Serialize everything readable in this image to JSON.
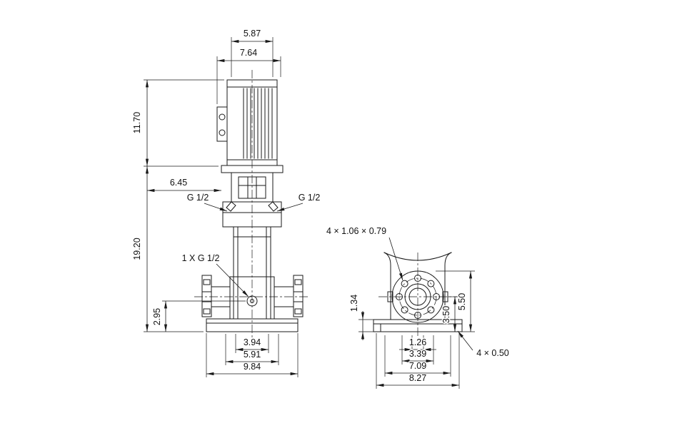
{
  "page": {
    "background": "#ffffff",
    "line_color": "#1a1a1a"
  },
  "front_view": {
    "dims": {
      "motor_top_width": "5.87",
      "motor_width": "7.64",
      "motor_height": "11.70",
      "head_offset": "6.45",
      "pump_height": "19.20",
      "drain_height": "2.95",
      "flange_width": "3.94",
      "head_width": "5.91",
      "base_width": "9.84"
    },
    "labels": {
      "plug_left": "G 1/2",
      "plug_right": "G 1/2",
      "drain_port": "1 X G 1/2"
    }
  },
  "end_view": {
    "dims": {
      "base_height": "1.34",
      "port_center_height": "3.50",
      "flange_top_height": "5.50",
      "bolt_span_inner": "1.26",
      "bolt_span": "3.39",
      "foot_hole_span": "7.09",
      "base_width": "8.27"
    },
    "labels": {
      "bolt_holes": "4 × 1.06  × 0.79",
      "base_slots": "4  × 0.50"
    }
  }
}
